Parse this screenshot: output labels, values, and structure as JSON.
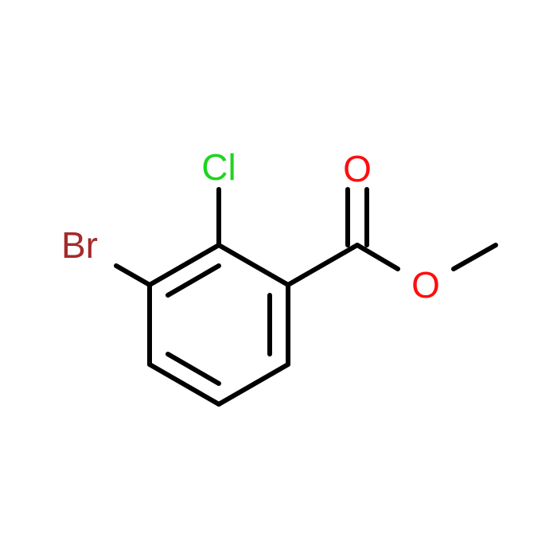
{
  "atoms": {
    "chlorine": {
      "symbol": "Cl",
      "color": "#1fd41f"
    },
    "bromine": {
      "symbol": "Br",
      "color": "#a52a2a"
    },
    "carbonyl_oxygen": {
      "symbol": "O",
      "color": "#ff0d0d"
    },
    "ester_oxygen": {
      "symbol": "O",
      "color": "#ff0d0d"
    }
  },
  "bond_color": "#000000",
  "background": "#ffffff"
}
